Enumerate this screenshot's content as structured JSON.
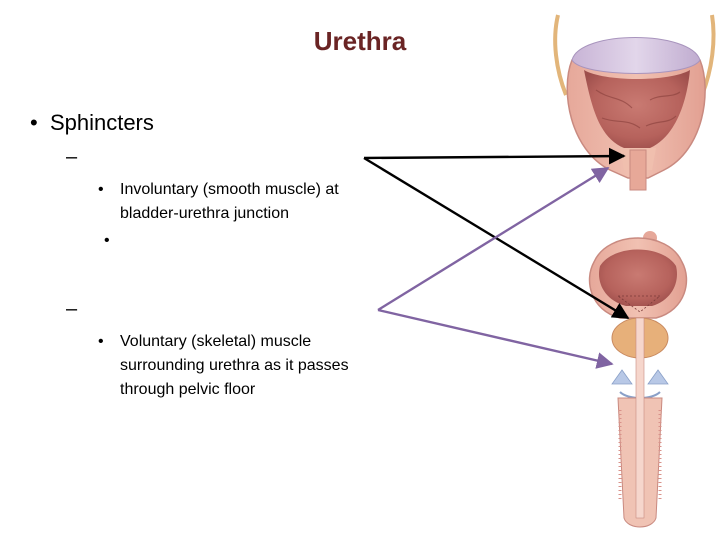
{
  "slide": {
    "title": "Urethra",
    "bullet_main": "Sphincters",
    "dash_marker": "–",
    "bullet_marker": "•",
    "sub1_text": "Involuntary (smooth muscle) at bladder-urethra junction",
    "sub2_text": "Voluntary (skeletal) muscle surrounding urethra as it passes through pelvic floor"
  },
  "colors": {
    "title": "#6a2424",
    "arrow_black": "#000000",
    "arrow_purple": "#8064a2"
  }
}
